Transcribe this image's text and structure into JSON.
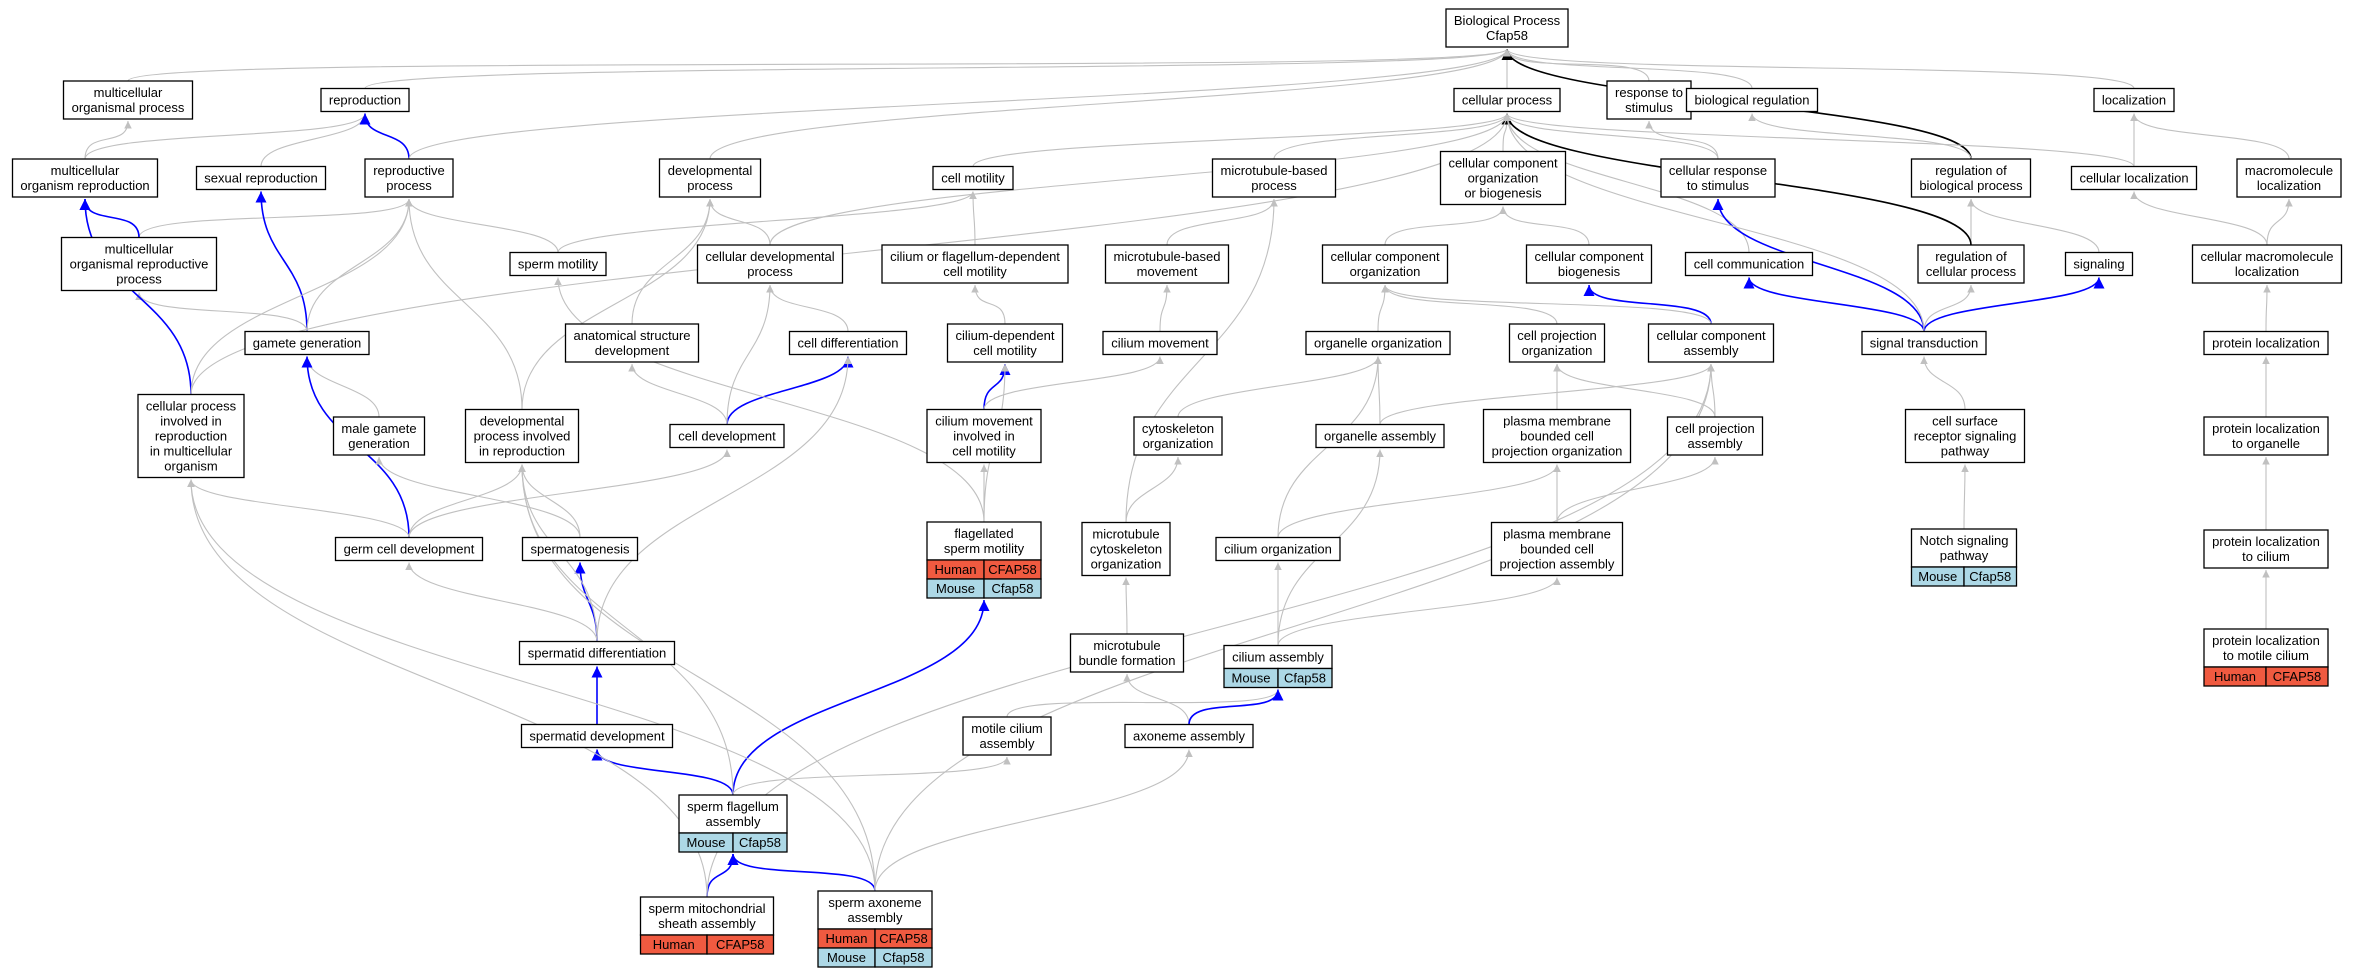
{
  "colors": {
    "edge_gray": "#c0c0c0",
    "edge_blue": "#0000ff",
    "edge_black": "#000000",
    "human": "#f05a40",
    "mouse": "#add8e6"
  },
  "nodes": [
    {
      "id": "bp",
      "lines": [
        "Biological Process",
        "Cfap58"
      ]
    },
    {
      "id": "multorg",
      "lines": [
        "multicellular",
        "organismal process"
      ]
    },
    {
      "id": "repro",
      "lines": [
        "reproduction"
      ]
    },
    {
      "id": "cellproc",
      "lines": [
        "cellular process"
      ]
    },
    {
      "id": "respstim",
      "lines": [
        "response to",
        "stimulus"
      ]
    },
    {
      "id": "bioreg",
      "lines": [
        "biological regulation"
      ]
    },
    {
      "id": "local",
      "lines": [
        "localization"
      ]
    },
    {
      "id": "mcorgrep",
      "lines": [
        "multicellular",
        "organism reproduction"
      ]
    },
    {
      "id": "sexrep",
      "lines": [
        "sexual reproduction"
      ]
    },
    {
      "id": "repproc",
      "lines": [
        "reproductive",
        "process"
      ]
    },
    {
      "id": "devproc",
      "lines": [
        "developmental",
        "process"
      ]
    },
    {
      "id": "cellmot",
      "lines": [
        "cell motility"
      ]
    },
    {
      "id": "mtbproc",
      "lines": [
        "microtubule-based",
        "process"
      ]
    },
    {
      "id": "ccob",
      "lines": [
        "cellular component",
        "organization",
        "or biogenesis"
      ]
    },
    {
      "id": "cresp",
      "lines": [
        "cellular response",
        "to stimulus"
      ]
    },
    {
      "id": "regbio",
      "lines": [
        "regulation of",
        "biological process"
      ]
    },
    {
      "id": "cellloc",
      "lines": [
        "cellular localization"
      ]
    },
    {
      "id": "macloc",
      "lines": [
        "macromolecule",
        "localization"
      ]
    },
    {
      "id": "mcorgrepproc",
      "lines": [
        "multicellular",
        "organismal reproductive",
        "process"
      ]
    },
    {
      "id": "spermmot",
      "lines": [
        "sperm motility"
      ]
    },
    {
      "id": "celldevproc",
      "lines": [
        "cellular developmental",
        "process"
      ]
    },
    {
      "id": "ciliumdep",
      "lines": [
        "cilium or flagellum-dependent",
        "cell motility"
      ]
    },
    {
      "id": "mtbmove",
      "lines": [
        "microtubule-based",
        "movement"
      ]
    },
    {
      "id": "ccorg",
      "lines": [
        "cellular component",
        "organization"
      ]
    },
    {
      "id": "ccbiog",
      "lines": [
        "cellular component",
        "biogenesis"
      ]
    },
    {
      "id": "cellcomm",
      "lines": [
        "cell communication"
      ]
    },
    {
      "id": "regcell",
      "lines": [
        "regulation of",
        "cellular process"
      ]
    },
    {
      "id": "signaling",
      "lines": [
        "signaling"
      ]
    },
    {
      "id": "cmacloc",
      "lines": [
        "cellular macromolecule",
        "localization"
      ]
    },
    {
      "id": "gamgen",
      "lines": [
        "gamete generation"
      ]
    },
    {
      "id": "anatdev",
      "lines": [
        "anatomical structure",
        "development"
      ]
    },
    {
      "id": "celldiff",
      "lines": [
        "cell differentiation"
      ]
    },
    {
      "id": "cildepmot",
      "lines": [
        "cilium-dependent",
        "cell motility"
      ]
    },
    {
      "id": "cilmove",
      "lines": [
        "cilium movement"
      ]
    },
    {
      "id": "orgorg",
      "lines": [
        "organelle organization"
      ]
    },
    {
      "id": "cellprojorg",
      "lines": [
        "cell projection",
        "organization"
      ]
    },
    {
      "id": "ccasm",
      "lines": [
        "cellular component",
        "assembly"
      ]
    },
    {
      "id": "sigtrans",
      "lines": [
        "signal transduction"
      ]
    },
    {
      "id": "protloc",
      "lines": [
        "protein localization"
      ]
    },
    {
      "id": "cpirmo",
      "lines": [
        "cellular process",
        "involved in",
        "reproduction",
        "in multicellular",
        "organism"
      ]
    },
    {
      "id": "malegam",
      "lines": [
        "male gamete",
        "generation"
      ]
    },
    {
      "id": "devprocrep",
      "lines": [
        "developmental",
        "process involved",
        "in reproduction"
      ]
    },
    {
      "id": "celldev",
      "lines": [
        "cell development"
      ]
    },
    {
      "id": "cilmoveinv",
      "lines": [
        "cilium movement",
        "involved in",
        "cell motility"
      ]
    },
    {
      "id": "cytoorg",
      "lines": [
        "cytoskeleton",
        "organization"
      ]
    },
    {
      "id": "orgasm",
      "lines": [
        "organelle assembly"
      ]
    },
    {
      "id": "pmbcpo",
      "lines": [
        "plasma membrane",
        "bounded cell",
        "projection organization"
      ]
    },
    {
      "id": "cellprojasm",
      "lines": [
        "cell projection",
        "assembly"
      ]
    },
    {
      "id": "csrsp",
      "lines": [
        "cell surface",
        "receptor signaling",
        "pathway"
      ]
    },
    {
      "id": "protlocorg",
      "lines": [
        "protein localization",
        "to organelle"
      ]
    },
    {
      "id": "flagmot",
      "lines": [
        "flagellated",
        "sperm motility"
      ],
      "tags": [
        [
          "Human",
          "CFAP58"
        ],
        [
          "Mouse",
          "Cfap58"
        ]
      ]
    },
    {
      "id": "germdev",
      "lines": [
        "germ cell development"
      ]
    },
    {
      "id": "spermgen",
      "lines": [
        "spermatogenesis"
      ]
    },
    {
      "id": "mtcyto",
      "lines": [
        "microtubule",
        "cytoskeleton",
        "organization"
      ]
    },
    {
      "id": "cilorg",
      "lines": [
        "cilium organization"
      ]
    },
    {
      "id": "pmbcpa",
      "lines": [
        "plasma membrane",
        "bounded cell",
        "projection assembly"
      ]
    },
    {
      "id": "notch",
      "lines": [
        "Notch signaling",
        "pathway"
      ],
      "tags": [
        [
          "Mouse",
          "Cfap58"
        ]
      ]
    },
    {
      "id": "protloccil",
      "lines": [
        "protein localization",
        "to cilium"
      ]
    },
    {
      "id": "spdiff",
      "lines": [
        "spermatid differentiation"
      ]
    },
    {
      "id": "mtbundle",
      "lines": [
        "microtubule",
        "bundle formation"
      ]
    },
    {
      "id": "cilasm",
      "lines": [
        "cilium assembly"
      ],
      "tags": [
        [
          "Mouse",
          "Cfap58"
        ]
      ]
    },
    {
      "id": "protlocmot",
      "lines": [
        "protein localization",
        "to motile cilium"
      ],
      "tags": [
        [
          "Human",
          "CFAP58"
        ]
      ]
    },
    {
      "id": "spdev",
      "lines": [
        "spermatid development"
      ]
    },
    {
      "id": "motcil",
      "lines": [
        "motile cilium",
        "assembly"
      ]
    },
    {
      "id": "axasm",
      "lines": [
        "axoneme assembly"
      ]
    },
    {
      "id": "spflag",
      "lines": [
        "sperm flagellum",
        "assembly"
      ],
      "tags": [
        [
          "Mouse",
          "Cfap58"
        ]
      ]
    },
    {
      "id": "spmito",
      "lines": [
        "sperm mitochondrial",
        "sheath assembly"
      ],
      "tags": [
        [
          "Human",
          "CFAP58"
        ]
      ]
    },
    {
      "id": "spaxo",
      "lines": [
        "sperm axoneme",
        "assembly"
      ],
      "tags": [
        [
          "Human",
          "CFAP58"
        ],
        [
          "Mouse",
          "Cfap58"
        ]
      ]
    }
  ],
  "edges": [
    [
      "multorg",
      "bp",
      "gray"
    ],
    [
      "repro",
      "bp",
      "gray"
    ],
    [
      "cellproc",
      "bp",
      "gray"
    ],
    [
      "respstim",
      "bp",
      "gray"
    ],
    [
      "bioreg",
      "bp",
      "gray"
    ],
    [
      "local",
      "bp",
      "gray"
    ],
    [
      "regbio",
      "bp",
      "black"
    ],
    [
      "mcorgrep",
      "multorg",
      "gray"
    ],
    [
      "mcorgrep",
      "repro",
      "gray"
    ],
    [
      "sexrep",
      "repro",
      "gray"
    ],
    [
      "repproc",
      "repro",
      "blue"
    ],
    [
      "repproc",
      "bp",
      "gray"
    ],
    [
      "devproc",
      "bp",
      "gray"
    ],
    [
      "mcorgrepproc",
      "repproc",
      "gray"
    ],
    [
      "mcorgrepproc",
      "mcorgrep",
      "blue"
    ],
    [
      "cellmot",
      "cellproc",
      "gray"
    ],
    [
      "mtbproc",
      "cellproc",
      "gray"
    ],
    [
      "ccob",
      "cellproc",
      "gray"
    ],
    [
      "cresp",
      "cellproc",
      "gray"
    ],
    [
      "cresp",
      "respstim",
      "gray"
    ],
    [
      "regbio",
      "bioreg",
      "gray"
    ],
    [
      "cellloc",
      "local",
      "gray"
    ],
    [
      "macloc",
      "local",
      "gray"
    ],
    [
      "cellloc",
      "cellproc",
      "gray"
    ],
    [
      "regcell",
      "regbio",
      "gray"
    ],
    [
      "regcell",
      "cellproc",
      "black"
    ],
    [
      "signaling",
      "regbio",
      "gray"
    ],
    [
      "cellcomm",
      "cellproc",
      "gray"
    ],
    [
      "cmacloc",
      "cellloc",
      "gray"
    ],
    [
      "cmacloc",
      "macloc",
      "gray"
    ],
    [
      "spermmot",
      "cellmot",
      "gray"
    ],
    [
      "spermmot",
      "repproc",
      "gray"
    ],
    [
      "celldevproc",
      "devproc",
      "gray"
    ],
    [
      "celldevproc",
      "cellproc",
      "gray"
    ],
    [
      "ciliumdep",
      "cellmot",
      "gray"
    ],
    [
      "mtbmove",
      "mtbproc",
      "gray"
    ],
    [
      "ccorg",
      "ccob",
      "gray"
    ],
    [
      "ccbiog",
      "ccob",
      "gray"
    ],
    [
      "sigtrans",
      "cellcomm",
      "blue"
    ],
    [
      "sigtrans",
      "cresp",
      "blue"
    ],
    [
      "sigtrans",
      "regcell",
      "gray"
    ],
    [
      "sigtrans",
      "signaling",
      "blue"
    ],
    [
      "sigtrans",
      "cellproc",
      "gray"
    ],
    [
      "gamgen",
      "sexrep",
      "blue"
    ],
    [
      "gamgen",
      "mcorgrepproc",
      "gray"
    ],
    [
      "gamgen",
      "repproc",
      "gray"
    ],
    [
      "anatdev",
      "devproc",
      "gray"
    ],
    [
      "celldiff",
      "celldevproc",
      "gray"
    ],
    [
      "cildepmot",
      "ciliumdep",
      "gray"
    ],
    [
      "cilmove",
      "mtbmove",
      "gray"
    ],
    [
      "orgorg",
      "ccorg",
      "gray"
    ],
    [
      "cellprojorg",
      "ccorg",
      "gray"
    ],
    [
      "ccasm",
      "ccbiog",
      "blue"
    ],
    [
      "ccasm",
      "ccorg",
      "gray"
    ],
    [
      "protloc",
      "cmacloc",
      "gray"
    ],
    [
      "cpirmo",
      "mcorgrep",
      "blue"
    ],
    [
      "cpirmo",
      "repproc",
      "gray"
    ],
    [
      "cpirmo",
      "cellproc",
      "gray"
    ],
    [
      "malegam",
      "gamgen",
      "gray"
    ],
    [
      "devprocrep",
      "repproc",
      "gray"
    ],
    [
      "devprocrep",
      "devproc",
      "gray"
    ],
    [
      "celldev",
      "celldiff",
      "blue"
    ],
    [
      "celldev",
      "anatdev",
      "gray"
    ],
    [
      "celldev",
      "celldevproc",
      "gray"
    ],
    [
      "cilmoveinv",
      "cildepmot",
      "blue"
    ],
    [
      "cilmoveinv",
      "cilmove",
      "gray"
    ],
    [
      "cytoorg",
      "orgorg",
      "gray"
    ],
    [
      "orgasm",
      "orgorg",
      "gray"
    ],
    [
      "orgasm",
      "ccasm",
      "gray"
    ],
    [
      "pmbcpo",
      "cellprojorg",
      "gray"
    ],
    [
      "cellprojasm",
      "cellprojorg",
      "gray"
    ],
    [
      "cellprojasm",
      "ccasm",
      "gray"
    ],
    [
      "csrsp",
      "sigtrans",
      "gray"
    ],
    [
      "protlocorg",
      "protloc",
      "gray"
    ],
    [
      "flagmot",
      "cilmoveinv",
      "gray"
    ],
    [
      "flagmot",
      "spermmot",
      "gray"
    ],
    [
      "flagmot",
      "cildepmot",
      "gray"
    ],
    [
      "germdev",
      "gamgen",
      "blue"
    ],
    [
      "germdev",
      "cpirmo",
      "gray"
    ],
    [
      "germdev",
      "devprocrep",
      "gray"
    ],
    [
      "germdev",
      "celldev",
      "gray"
    ],
    [
      "spermgen",
      "malegam",
      "gray"
    ],
    [
      "spermgen",
      "devprocrep",
      "gray"
    ],
    [
      "mtcyto",
      "cytoorg",
      "gray"
    ],
    [
      "mtcyto",
      "mtbproc",
      "gray"
    ],
    [
      "cilorg",
      "orgorg",
      "gray"
    ],
    [
      "cilorg",
      "pmbcpo",
      "gray"
    ],
    [
      "pmbcpa",
      "pmbcpo",
      "gray"
    ],
    [
      "pmbcpa",
      "cellprojasm",
      "gray"
    ],
    [
      "notch",
      "csrsp",
      "gray"
    ],
    [
      "protloccil",
      "protlocorg",
      "gray"
    ],
    [
      "spdiff",
      "spermgen",
      "blue"
    ],
    [
      "spdiff",
      "germdev",
      "gray"
    ],
    [
      "spdiff",
      "celldiff",
      "gray"
    ],
    [
      "spdiff",
      "devprocrep",
      "gray"
    ],
    [
      "mtbundle",
      "mtcyto",
      "gray"
    ],
    [
      "cilasm",
      "cilorg",
      "gray"
    ],
    [
      "cilasm",
      "orgasm",
      "gray"
    ],
    [
      "cilasm",
      "pmbcpa",
      "gray"
    ],
    [
      "protlocmot",
      "protloccil",
      "gray"
    ],
    [
      "spdev",
      "spdiff",
      "blue"
    ],
    [
      "motcil",
      "cilasm",
      "gray"
    ],
    [
      "axasm",
      "mtbundle",
      "gray"
    ],
    [
      "axasm",
      "cilasm",
      "blue"
    ],
    [
      "spflag",
      "spdev",
      "blue"
    ],
    [
      "spflag",
      "flagmot",
      "blue"
    ],
    [
      "spflag",
      "motcil",
      "gray"
    ],
    [
      "spflag",
      "devprocrep",
      "gray"
    ],
    [
      "spmito",
      "spflag",
      "blue"
    ],
    [
      "spmito",
      "cpirmo",
      "gray"
    ],
    [
      "spmito",
      "ccasm",
      "gray"
    ],
    [
      "spaxo",
      "spflag",
      "blue"
    ],
    [
      "spaxo",
      "axasm",
      "gray"
    ],
    [
      "spaxo",
      "cpirmo",
      "gray"
    ],
    [
      "spaxo",
      "devprocrep",
      "gray"
    ],
    [
      "spaxo",
      "ccasm",
      "gray"
    ]
  ]
}
